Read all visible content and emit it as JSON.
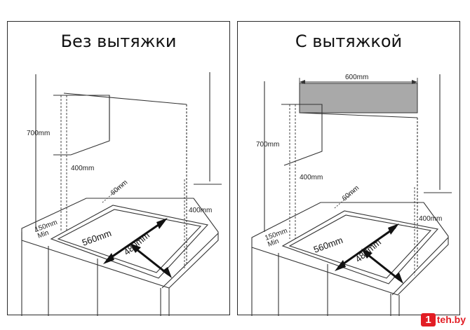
{
  "panels": [
    {
      "title": "Без вытяжки",
      "labels": {
        "cabinet_height": "700mm",
        "clearance": "400mm",
        "side_clearance": "400mm",
        "back_gap": "60mm",
        "front_gap_top": "150mm",
        "front_gap_bottom": "Min",
        "cutout_width": "560mm",
        "cutout_depth": "480mm"
      }
    },
    {
      "title": "С вытяжкой",
      "labels": {
        "hood_width": "600mm",
        "cabinet_height": "700mm",
        "clearance": "400mm",
        "side_clearance": "400mm",
        "back_gap": "60mm",
        "front_gap_top": "150mm",
        "front_gap_bottom": "Min",
        "cutout_width": "560mm",
        "cutout_depth": "480mm"
      }
    }
  ],
  "watermark": {
    "badge": "1",
    "text": "teh.by"
  },
  "colors": {
    "hood_fill": "#a9a9a9",
    "line": "#333333",
    "watermark": "#e21d24"
  }
}
